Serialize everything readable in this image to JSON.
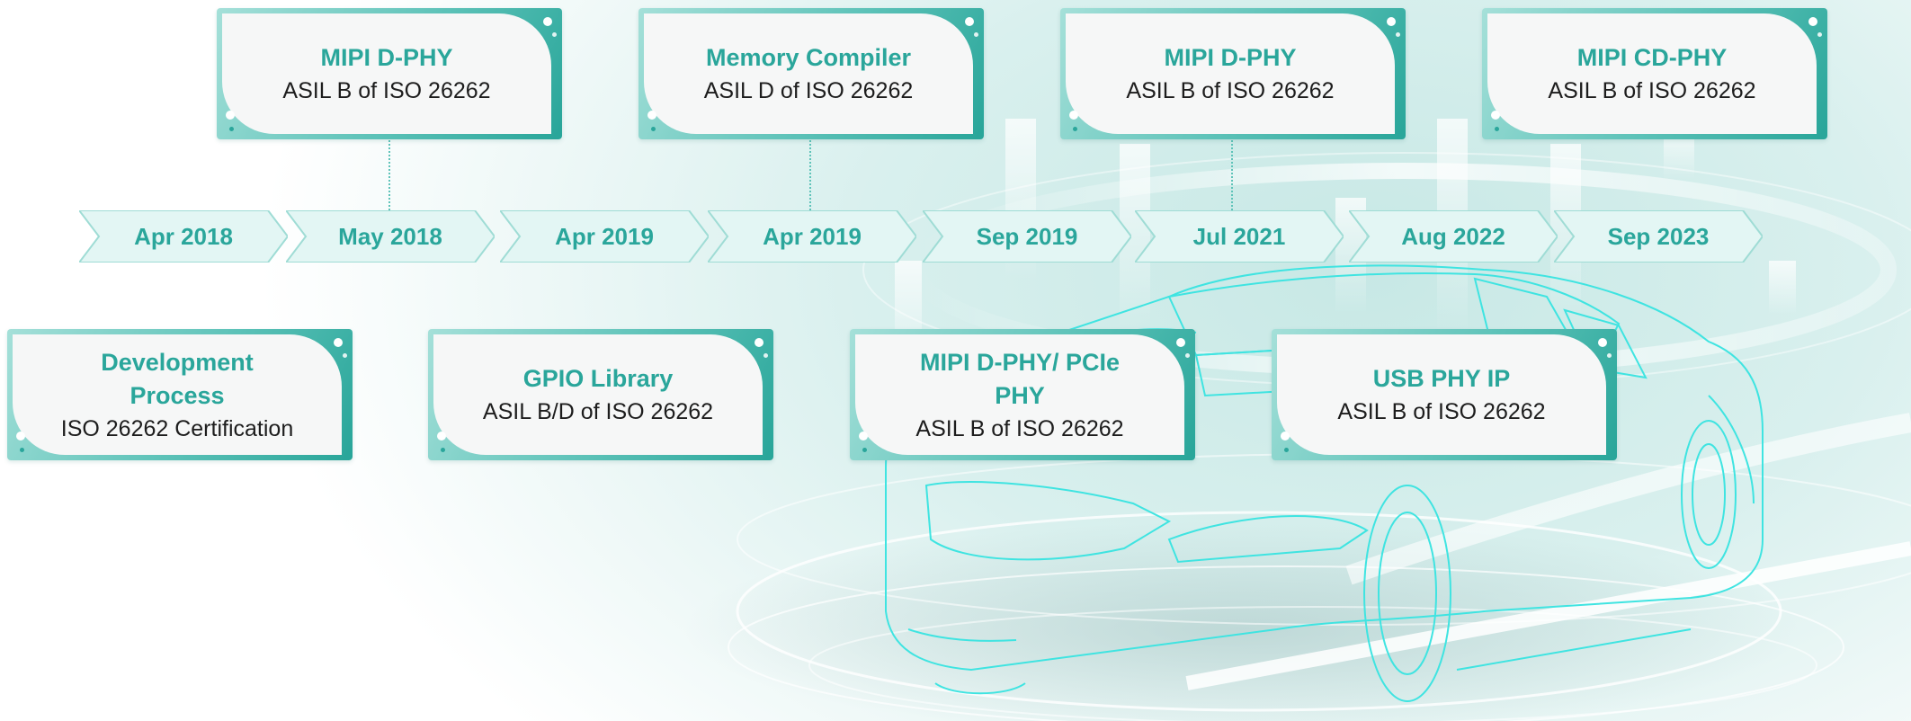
{
  "timeline": [
    {
      "label": "Apr 2018"
    },
    {
      "label": "May 2018"
    },
    {
      "label": "Apr 2019"
    },
    {
      "label": "Apr 2019"
    },
    {
      "label": "Sep 2019"
    },
    {
      "label": "Jul 2021"
    },
    {
      "label": "Aug 2022"
    },
    {
      "label": "Sep 2023"
    }
  ],
  "top_cards": [
    {
      "title": "MIPI D-PHY",
      "subtitle": "ASIL B of ISO 26262"
    },
    {
      "title": "Memory Compiler",
      "subtitle": "ASIL D of ISO 26262"
    },
    {
      "title": "MIPI D-PHY",
      "subtitle": "ASIL B of ISO 26262"
    },
    {
      "title": "MIPI CD-PHY",
      "subtitle": "ASIL B of ISO 26262"
    }
  ],
  "bottom_cards": [
    {
      "title": "Development Process",
      "subtitle": "ISO 26262 Certification"
    },
    {
      "title": "GPIO Library",
      "subtitle": "ASIL B/D of ISO 26262"
    },
    {
      "title": "MIPI D-PHY/ PCIe PHY",
      "subtitle": "ASIL B of ISO 26262"
    },
    {
      "title": "USB PHY IP",
      "subtitle": "ASIL B of ISO 26262"
    }
  ],
  "colors": {
    "accent": "#2aa69b",
    "card_frame": "#5cc2b8",
    "card_face": "#f6f7f7",
    "arrow_fill": "#e3f6f4",
    "car_outline": "#3fe4e1"
  }
}
